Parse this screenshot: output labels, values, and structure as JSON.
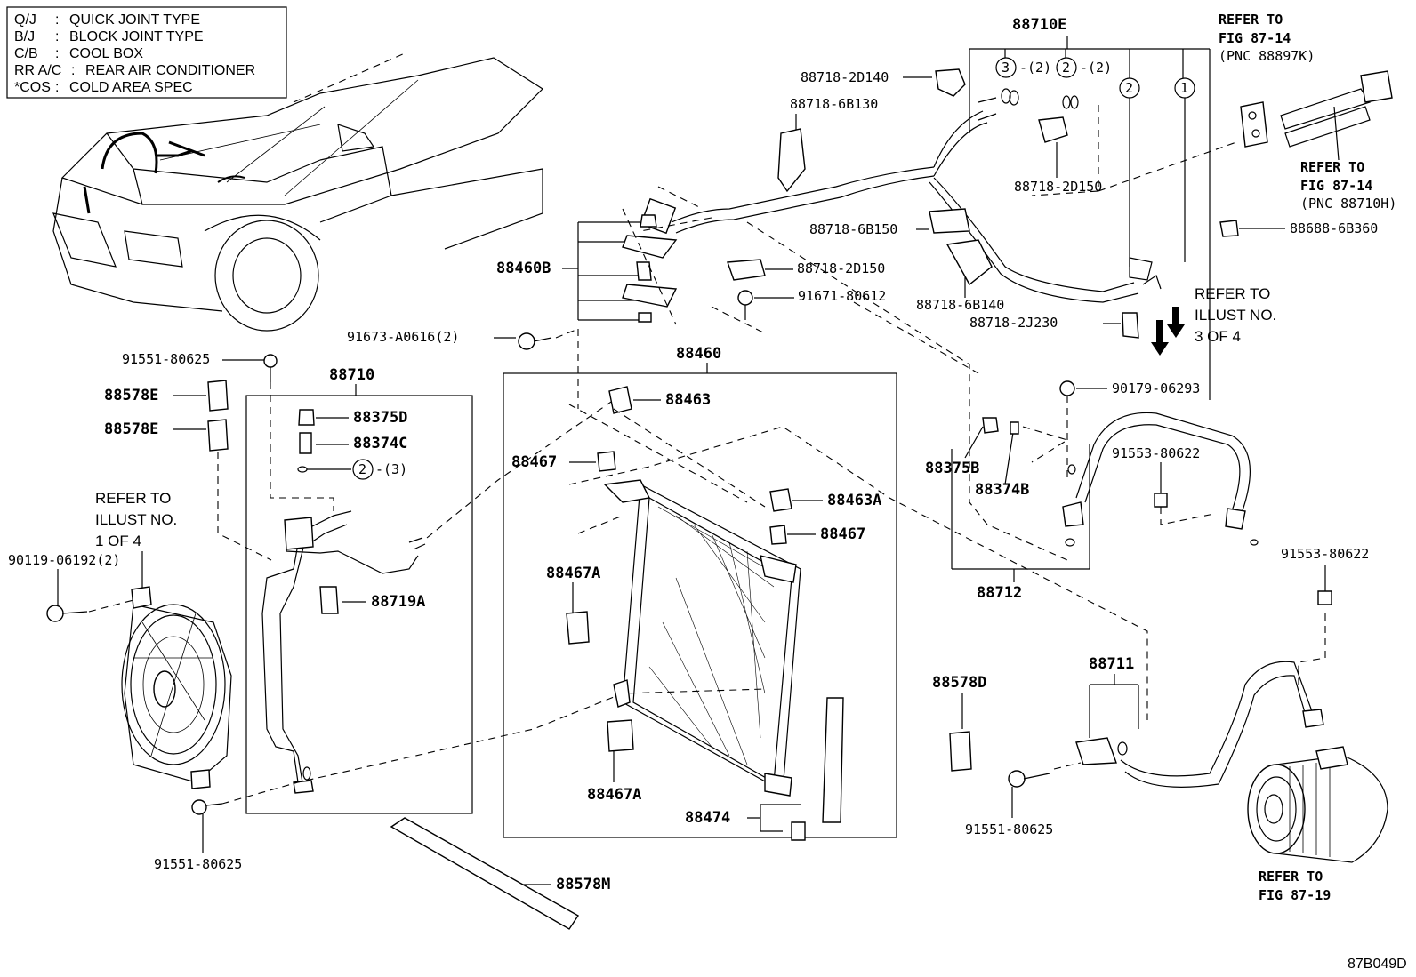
{
  "legend": [
    {
      "key": "Q/J",
      "text": "QUICK JOINT TYPE"
    },
    {
      "key": "B/J",
      "text": "BLOCK JOINT TYPE"
    },
    {
      "key": "C/B",
      "text": "COOL BOX"
    },
    {
      "key": "RR A/C",
      "text": "REAR AIR CONDITIONER"
    },
    {
      "key": "*COS",
      "text": "COLD AREA SPEC"
    }
  ],
  "parts": {
    "p88710E": "88710E",
    "p88718_2D140": "88718-2D140",
    "p88718_6B130": "88718-6B130",
    "p88718_2D150_top": "88718-2D150",
    "p88718_6B150": "88718-6B150",
    "p88688_6B360": "88688-6B360",
    "p88460B": "88460B",
    "p88718_2D150_mid": "88718-2D150",
    "p91671_80612": "91671-80612",
    "p88718_6B140": "88718-6B140",
    "p88718_2J230": "88718-2J230",
    "p91673_A0616": "91673-A0616(2)",
    "p91551_80625_top": "91551-80625",
    "p88578E_1": "88578E",
    "p88578E_2": "88578E",
    "p88710": "88710",
    "p88375D": "88375D",
    "p88374C": "88374C",
    "p88460": "88460",
    "p88463": "88463",
    "p88467_1": "88467",
    "p88463A": "88463A",
    "p88467_2": "88467",
    "p88467A_1": "88467A",
    "p88467A_2": "88467A",
    "p88474": "88474",
    "p88578M": "88578M",
    "p90179_06293": "90179-06293",
    "p88375B": "88375B",
    "p88374B": "88374B",
    "p91553_80622_1": "91553-80622",
    "p91553_80622_2": "91553-80622",
    "p88712": "88712",
    "p88719A": "88719A",
    "p90119_06192": "90119-06192(2)",
    "p91551_80625_bl": "91551-80625",
    "p88578D": "88578D",
    "p88711": "88711",
    "p91551_80625_br": "91551-80625"
  },
  "callouts": {
    "c3": "3",
    "c3q": "-(2)",
    "c2a": "2",
    "c2aq": "-(2)",
    "c2b": "2",
    "c1": "1",
    "c2c": "2",
    "c2cq": "-(3)"
  },
  "refs": {
    "fig8714_a_l1": "REFER TO",
    "fig8714_a_l2": "FIG 87-14",
    "fig8714_a_l3": "(PNC 88897K)",
    "fig8714_b_l1": "REFER TO",
    "fig8714_b_l2": "FIG 87-14",
    "fig8714_b_l3": "(PNC 88710H)",
    "illust3_l1": "REFER TO",
    "illust3_l2": "ILLUST NO.",
    "illust3_l3": "3 OF 4",
    "illust1_l1": "REFER TO",
    "illust1_l2": "ILLUST NO.",
    "illust1_l3": "1 OF 4",
    "fig8719_l1": "REFER TO",
    "fig8719_l2": "FIG 87-19"
  },
  "diagram_code": "87B049D"
}
